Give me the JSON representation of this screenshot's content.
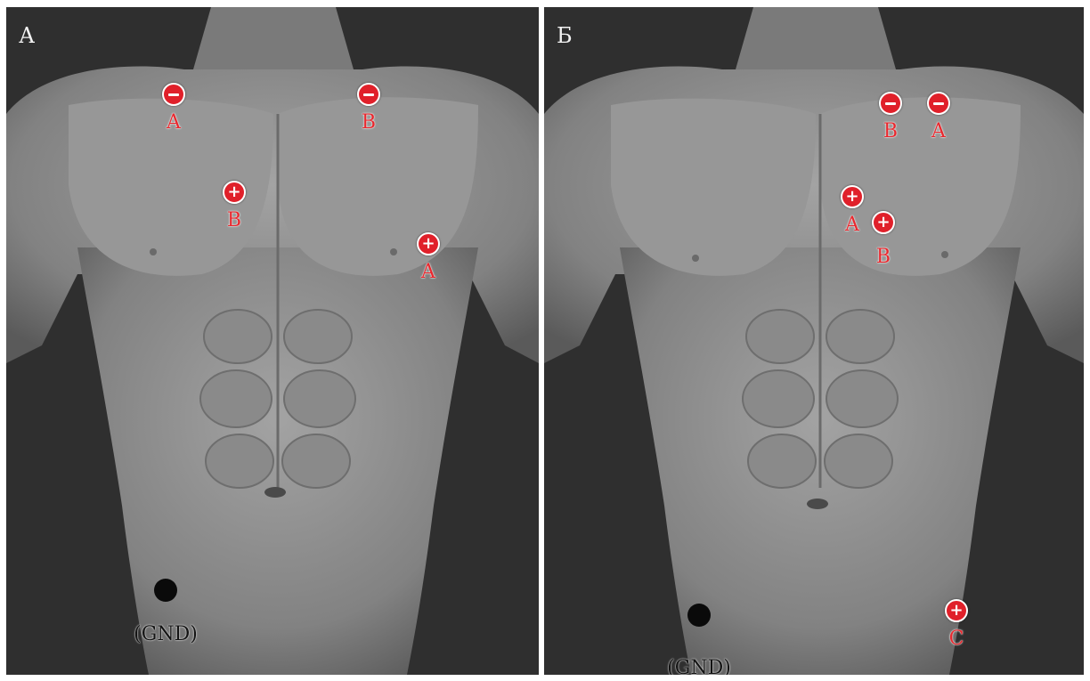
{
  "colors": {
    "background": "#2f2f2f",
    "skin": "#8d8d8d",
    "electrode": "#e0202a",
    "label": "#e8282e",
    "ground": "#0a0a0a"
  },
  "panels": [
    {
      "label": "А",
      "electrodes": [
        {
          "type": "minus",
          "symbol": "",
          "label": "A"
        },
        {
          "type": "minus",
          "symbol": "",
          "label": "B"
        },
        {
          "type": "plus",
          "symbol": "+",
          "label": "B"
        },
        {
          "type": "plus",
          "symbol": "+",
          "label": "A"
        }
      ],
      "ground": {
        "label": "GND"
      }
    },
    {
      "label": "Б",
      "electrodes": [
        {
          "type": "minus",
          "symbol": "",
          "label": "B"
        },
        {
          "type": "minus",
          "symbol": "",
          "label": "A"
        },
        {
          "type": "plus",
          "symbol": "+",
          "label": "A"
        },
        {
          "type": "plus",
          "symbol": "+",
          "label": "B"
        },
        {
          "type": "plus",
          "symbol": "+",
          "label": "C"
        }
      ],
      "ground": {
        "label": "GND"
      }
    }
  ]
}
